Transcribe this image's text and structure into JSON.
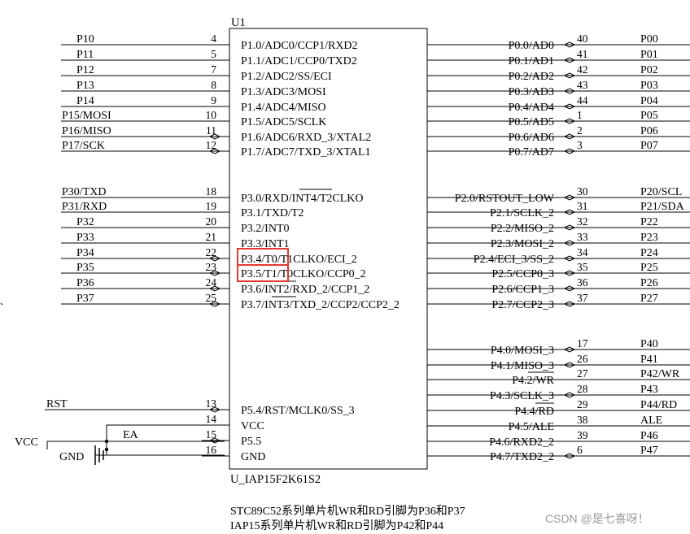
{
  "chip": {
    "ref": "U1",
    "part": "U_IAP15F2K61S2"
  },
  "left_pins": [
    {
      "net": "P10",
      "num": "4",
      "func": "P1.0/ADC0/CCP1/RXD2",
      "bi": false
    },
    {
      "net": "P11",
      "num": "5",
      "func": "P1.1/ADC1/CCP0/TXD2",
      "bi": false
    },
    {
      "net": "P12",
      "num": "7",
      "func": "P1.2/ADC2/SS/ECI",
      "bi": false
    },
    {
      "net": "P13",
      "num": "8",
      "func": "P1.3/ADC3/MOSI",
      "bi": false
    },
    {
      "net": "P14",
      "num": "9",
      "func": "P1.4/ADC4/MISO",
      "bi": false
    },
    {
      "net": "P15/MOSI",
      "num": "10",
      "func": "P1.5/ADC5/SCLK",
      "bi": false
    },
    {
      "net": "P16/MISO",
      "num": "11",
      "func": "P1.6/ADC6/RXD_3/XTAL2",
      "bi": true
    },
    {
      "net": "P17/SCK",
      "num": "12",
      "func": "P1.7/ADC7/TXD_3/XTAL1",
      "bi": true
    },
    {
      "net": "P30/TXD",
      "num": "18",
      "func": "P3.0/RXD/INT4/T2CLKO",
      "bi": false
    },
    {
      "net": "P31/RXD",
      "num": "19",
      "func": "P3.1/TXD/T2",
      "bi": false
    },
    {
      "net": "P32",
      "num": "20",
      "func": "P3.2/INT0",
      "bi": false
    },
    {
      "net": "P33",
      "num": "21",
      "func": "P3.3/INT1",
      "bi": false
    },
    {
      "net": "P34",
      "num": "22",
      "func": "P3.4/T0/T1CLKO/ECI_2",
      "bi": true
    },
    {
      "net": "P35",
      "num": "23",
      "func": "P3.5/T1/T0CLKO/CCP0_2",
      "bi": true
    },
    {
      "net": "P36",
      "num": "24",
      "func": "P3.6/INT2/RXD_2/CCP1_2",
      "bi": true
    },
    {
      "net": "P37",
      "num": "25",
      "func": "P3.7/INT3/TXD_2/CCP2/CCP2_2",
      "bi": true
    },
    {
      "net": "RST",
      "num": "13",
      "func": "P5.4/RST/MCLK0/SS_3",
      "bi": true
    },
    {
      "net": "",
      "num": "14",
      "func": "VCC",
      "bi": false
    },
    {
      "net": "EA",
      "num": "15",
      "func": "P5.5",
      "bi": true
    },
    {
      "net": "",
      "num": "16",
      "func": "GND",
      "bi": false
    }
  ],
  "right_pins": [
    {
      "net": "P00",
      "num": "40",
      "func": "P0.0/AD0",
      "bi": true
    },
    {
      "net": "P01",
      "num": "41",
      "func": "P0.1/AD1",
      "bi": true
    },
    {
      "net": "P02",
      "num": "42",
      "func": "P0.2/AD2",
      "bi": true
    },
    {
      "net": "P03",
      "num": "43",
      "func": "P0.3/AD3",
      "bi": true
    },
    {
      "net": "P04",
      "num": "44",
      "func": "P0.4/AD4",
      "bi": true
    },
    {
      "net": "P05",
      "num": "1",
      "func": "P0.5/AD5",
      "bi": true
    },
    {
      "net": "P06",
      "num": "2",
      "func": "P0.6/AD6",
      "bi": true
    },
    {
      "net": "P07",
      "num": "3",
      "func": "P0.7/AD7",
      "bi": true
    },
    {
      "net": "P20/SCL",
      "num": "30",
      "func": "P2.0/RSTOUT_LOW",
      "bi": true
    },
    {
      "net": "P21/SDA",
      "num": "31",
      "func": "P2.1/SCLK_2",
      "bi": true
    },
    {
      "net": "P22",
      "num": "32",
      "func": "P2.2/MISO_2",
      "bi": true
    },
    {
      "net": "P23",
      "num": "33",
      "func": "P2.3/MOSI_2",
      "bi": true
    },
    {
      "net": "P24",
      "num": "34",
      "func": "P2.4/ECI_3/SS_2",
      "bi": true
    },
    {
      "net": "P25",
      "num": "35",
      "func": "P2.5/CCP0_3",
      "bi": true
    },
    {
      "net": "P26",
      "num": "36",
      "func": "P2.6/CCP1_3",
      "bi": true
    },
    {
      "net": "P27",
      "num": "37",
      "func": "P2.7/CCP2_3",
      "bi": true
    },
    {
      "net": "P40",
      "num": "17",
      "func": "P4.0/MOSI_3",
      "bi": true
    },
    {
      "net": "P41",
      "num": "26",
      "func": "P4.1/MISO_3",
      "bi": true
    },
    {
      "net": "P42/WR",
      "num": "27",
      "func": "P4.2/WR",
      "bi": false
    },
    {
      "net": "P43",
      "num": "28",
      "func": "P4.3/SCLK_3",
      "bi": true
    },
    {
      "net": "P44/RD",
      "num": "29",
      "func": "P4.4/RD",
      "bi": false
    },
    {
      "net": "ALE",
      "num": "38",
      "func": "P4.5/ALE",
      "bi": false
    },
    {
      "net": "P46",
      "num": "39",
      "func": "P4.6/RXD2_2",
      "bi": false
    },
    {
      "net": "P47",
      "num": "6",
      "func": "P4.7/TXD2_2",
      "bi": true
    }
  ],
  "power": {
    "vcc": "VCC",
    "gnd": "GND"
  },
  "notes": [
    "STC89C52系列单片机WR和RD引脚为P36和P37",
    "IAP15系列单片机WR和RD引脚为P42和P44"
  ],
  "watermark": "CSDN @是七喜呀！",
  "highlight_color": "#e53935"
}
